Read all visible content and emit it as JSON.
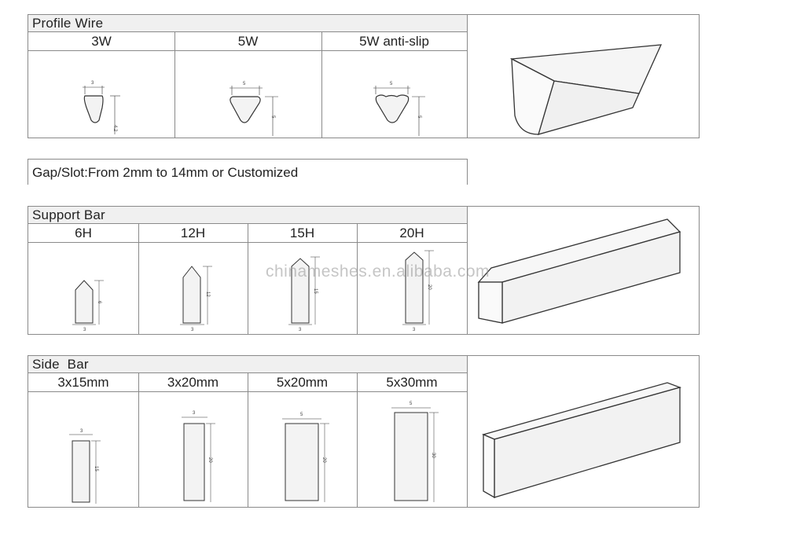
{
  "profile_wire": {
    "title": "Profile Wire",
    "columns": [
      {
        "label": "3W",
        "width_dim": "3",
        "height_dim": "4.2"
      },
      {
        "label": "5W",
        "width_dim": "5",
        "height_dim": "5"
      },
      {
        "label": "5W anti-slip",
        "width_dim": "5",
        "height_dim": "5"
      }
    ]
  },
  "gap_slot": {
    "text": "Gap/Slot:From 2mm to 14mm or Customized"
  },
  "support_bar": {
    "title": "Support Bar",
    "columns": [
      {
        "label": "6H",
        "width_dim": "3",
        "height_dim": "6"
      },
      {
        "label": "12H",
        "width_dim": "3",
        "height_dim": "12"
      },
      {
        "label": "15H",
        "width_dim": "3",
        "height_dim": "15"
      },
      {
        "label": "20H",
        "width_dim": "3",
        "height_dim": "20"
      }
    ]
  },
  "side_bar": {
    "title": "Side  Bar",
    "columns": [
      {
        "label": "3x15mm",
        "width_dim": "3",
        "height_dim": "15"
      },
      {
        "label": "3x20mm",
        "width_dim": "3",
        "height_dim": "20"
      },
      {
        "label": "5x20mm",
        "width_dim": "5",
        "height_dim": "20"
      },
      {
        "label": "5x30mm",
        "width_dim": "5",
        "height_dim": "30"
      }
    ]
  },
  "watermark": "chinameshes.en.alibaba.com",
  "colors": {
    "border": "#8a8a8a",
    "header_bg": "#f0f0f0",
    "shape_fill": "#f3f3f3",
    "stroke": "#333333"
  }
}
